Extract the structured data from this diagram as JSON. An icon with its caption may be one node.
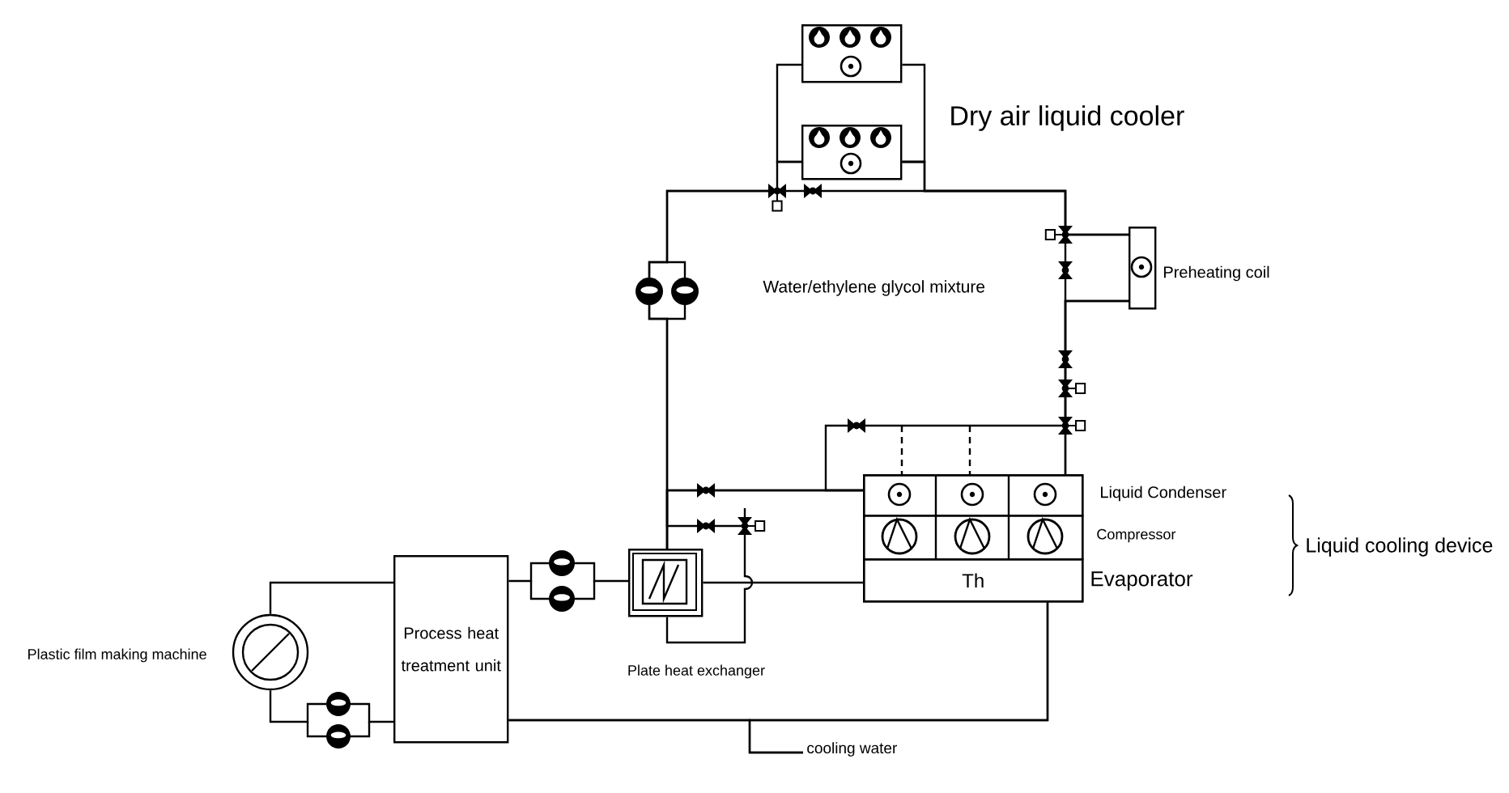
{
  "diagram": {
    "nodes": [
      {
        "text": [],
        "shape": "box"
      },
      {
        "text": [],
        "shape": "box"
      },
      {
        "text": [],
        "shape": "box",
        "beside": [
          "Preheating coil"
        ]
      },
      {
        "text": [],
        "shape": "box"
      },
      {
        "text": [],
        "shape": "box",
        "in": 3,
        "beside": [
          "Liquid Condenser"
        ]
      },
      {
        "text": [],
        "shape": "box",
        "in": 3,
        "beside": [
          "Compressor"
        ]
      },
      {
        "text": [
          "Th"
        ],
        "in": 3,
        "beside": [
          "Evaporator"
        ]
      },
      {
        "text": [],
        "shape": "box",
        "beside": [
          "Plate heat exchanger"
        ]
      },
      {
        "text": [
          "Process heat treatment unit"
        ]
      },
      {
        "text": [],
        "shape": "circle",
        "beside": [
          "Plastic film making machine"
        ]
      },
      {
        "text": [
          "cooling water"
        ]
      }
    ],
    "edges": [
      {
        "from": 0,
        "to": 1,
        "arrow": "none"
      },
      {
        "from": 0,
        "to": 1,
        "arrow": "none"
      },
      {
        "from": 1,
        "to": 7,
        "arrow": "none"
      },
      {
        "from": 1,
        "to": 4,
        "arrow": "none"
      },
      {
        "from": 1,
        "to": 2,
        "arrow": "none"
      },
      {
        "from": 2,
        "to": 4,
        "arrow": "none"
      },
      {
        "from": 2,
        "to": 4,
        "arrow": "none"
      },
      {
        "from": 7,
        "to": 2,
        "arrow": "none"
      },
      {
        "from": 4,
        "to": 7,
        "arrow": "none"
      },
      {
        "from": 7,
        "to": 4,
        "arrow": "none"
      },
      {
        "from": 7,
        "to": 6,
        "arrow": "none"
      },
      {
        "from": 8,
        "to": 7,
        "arrow": "none"
      },
      {
        "from": 6,
        "to": 8,
        "arrow": "none"
      },
      {
        "from": 6,
        "to": 10,
        "arrow": "none"
      },
      {
        "from": 8,
        "to": 10,
        "arrow": "none"
      },
      {
        "from": 9,
        "to": 8,
        "arrow": "none"
      },
      {
        "from": 9,
        "to": 8,
        "arrow": "none"
      },
      {
        "from": null,
        "to": 4,
        "arrow": "none",
        "style": "dashed"
      },
      {
        "from": null,
        "to": 4,
        "arrow": "none",
        "style": "dashed"
      }
    ],
    "labels": [
      "Dry air liquid cooler",
      "Water/ethylene glycol mixture",
      "Liquid cooling device"
    ]
  }
}
